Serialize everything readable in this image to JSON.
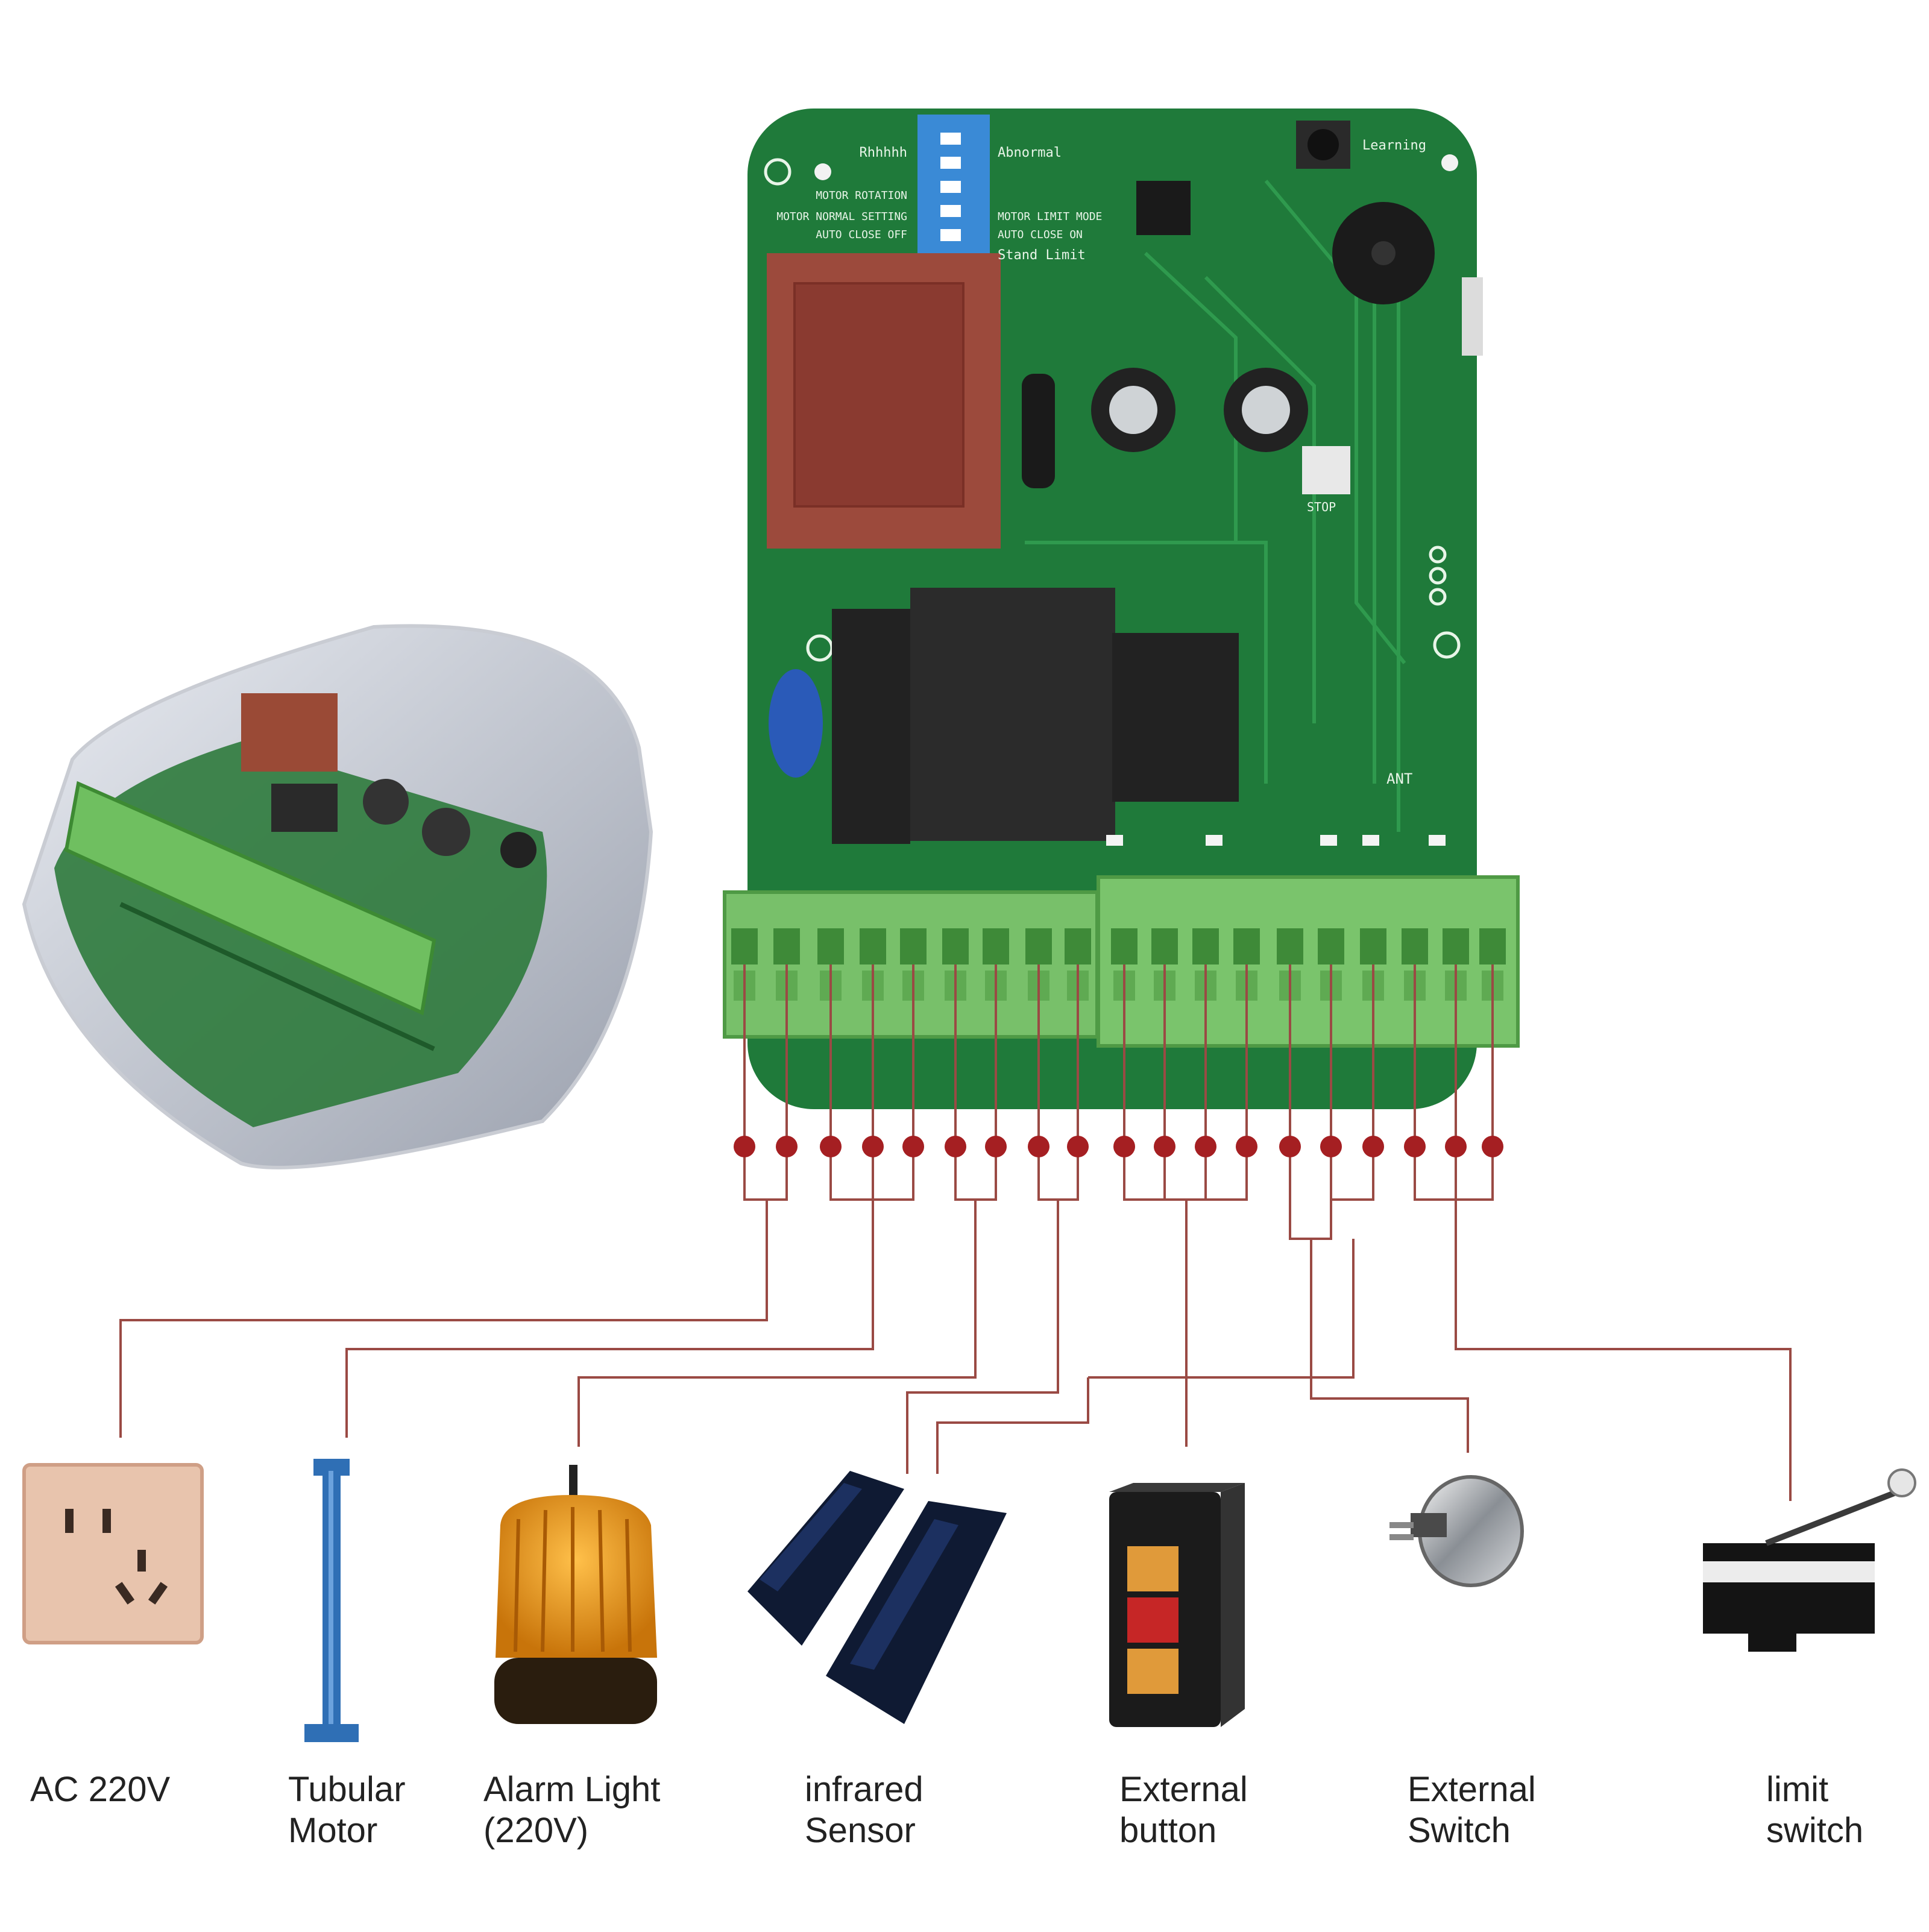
{
  "board": {
    "switch_labels_left": [
      "Rhhhhh",
      "",
      "MOTOR ROTATION",
      "MOTOR NORMAL SETTING",
      "AUTO CLOSE OFF"
    ],
    "switch_labels_right": [
      "Abnormal",
      "",
      "",
      "MOTOR LIMIT MODE",
      "AUTO CLOSE ON",
      "Stand Limit"
    ],
    "learning_label": "Learning",
    "stop_label": "STOP",
    "ant_label": "ANT"
  },
  "devices": [
    {
      "key": "ac",
      "line1": "AC 220V",
      "line2": ""
    },
    {
      "key": "motor",
      "line1": "Tubular",
      "line2": "Motor"
    },
    {
      "key": "alarm",
      "line1": "Alarm Light",
      "line2": "(220V)"
    },
    {
      "key": "infrared",
      "line1": "infrared",
      "line2": "Sensor"
    },
    {
      "key": "button",
      "line1": "External",
      "line2": "button"
    },
    {
      "key": "switch",
      "line1": "External",
      "line2": "Switch"
    },
    {
      "key": "limit",
      "line1": "limit",
      "line2": "switch"
    }
  ],
  "colors": {
    "pcb": "#1f7a3a",
    "terminal": "#78c06a",
    "wire": "#9a4a44",
    "dot": "#a51f22"
  }
}
